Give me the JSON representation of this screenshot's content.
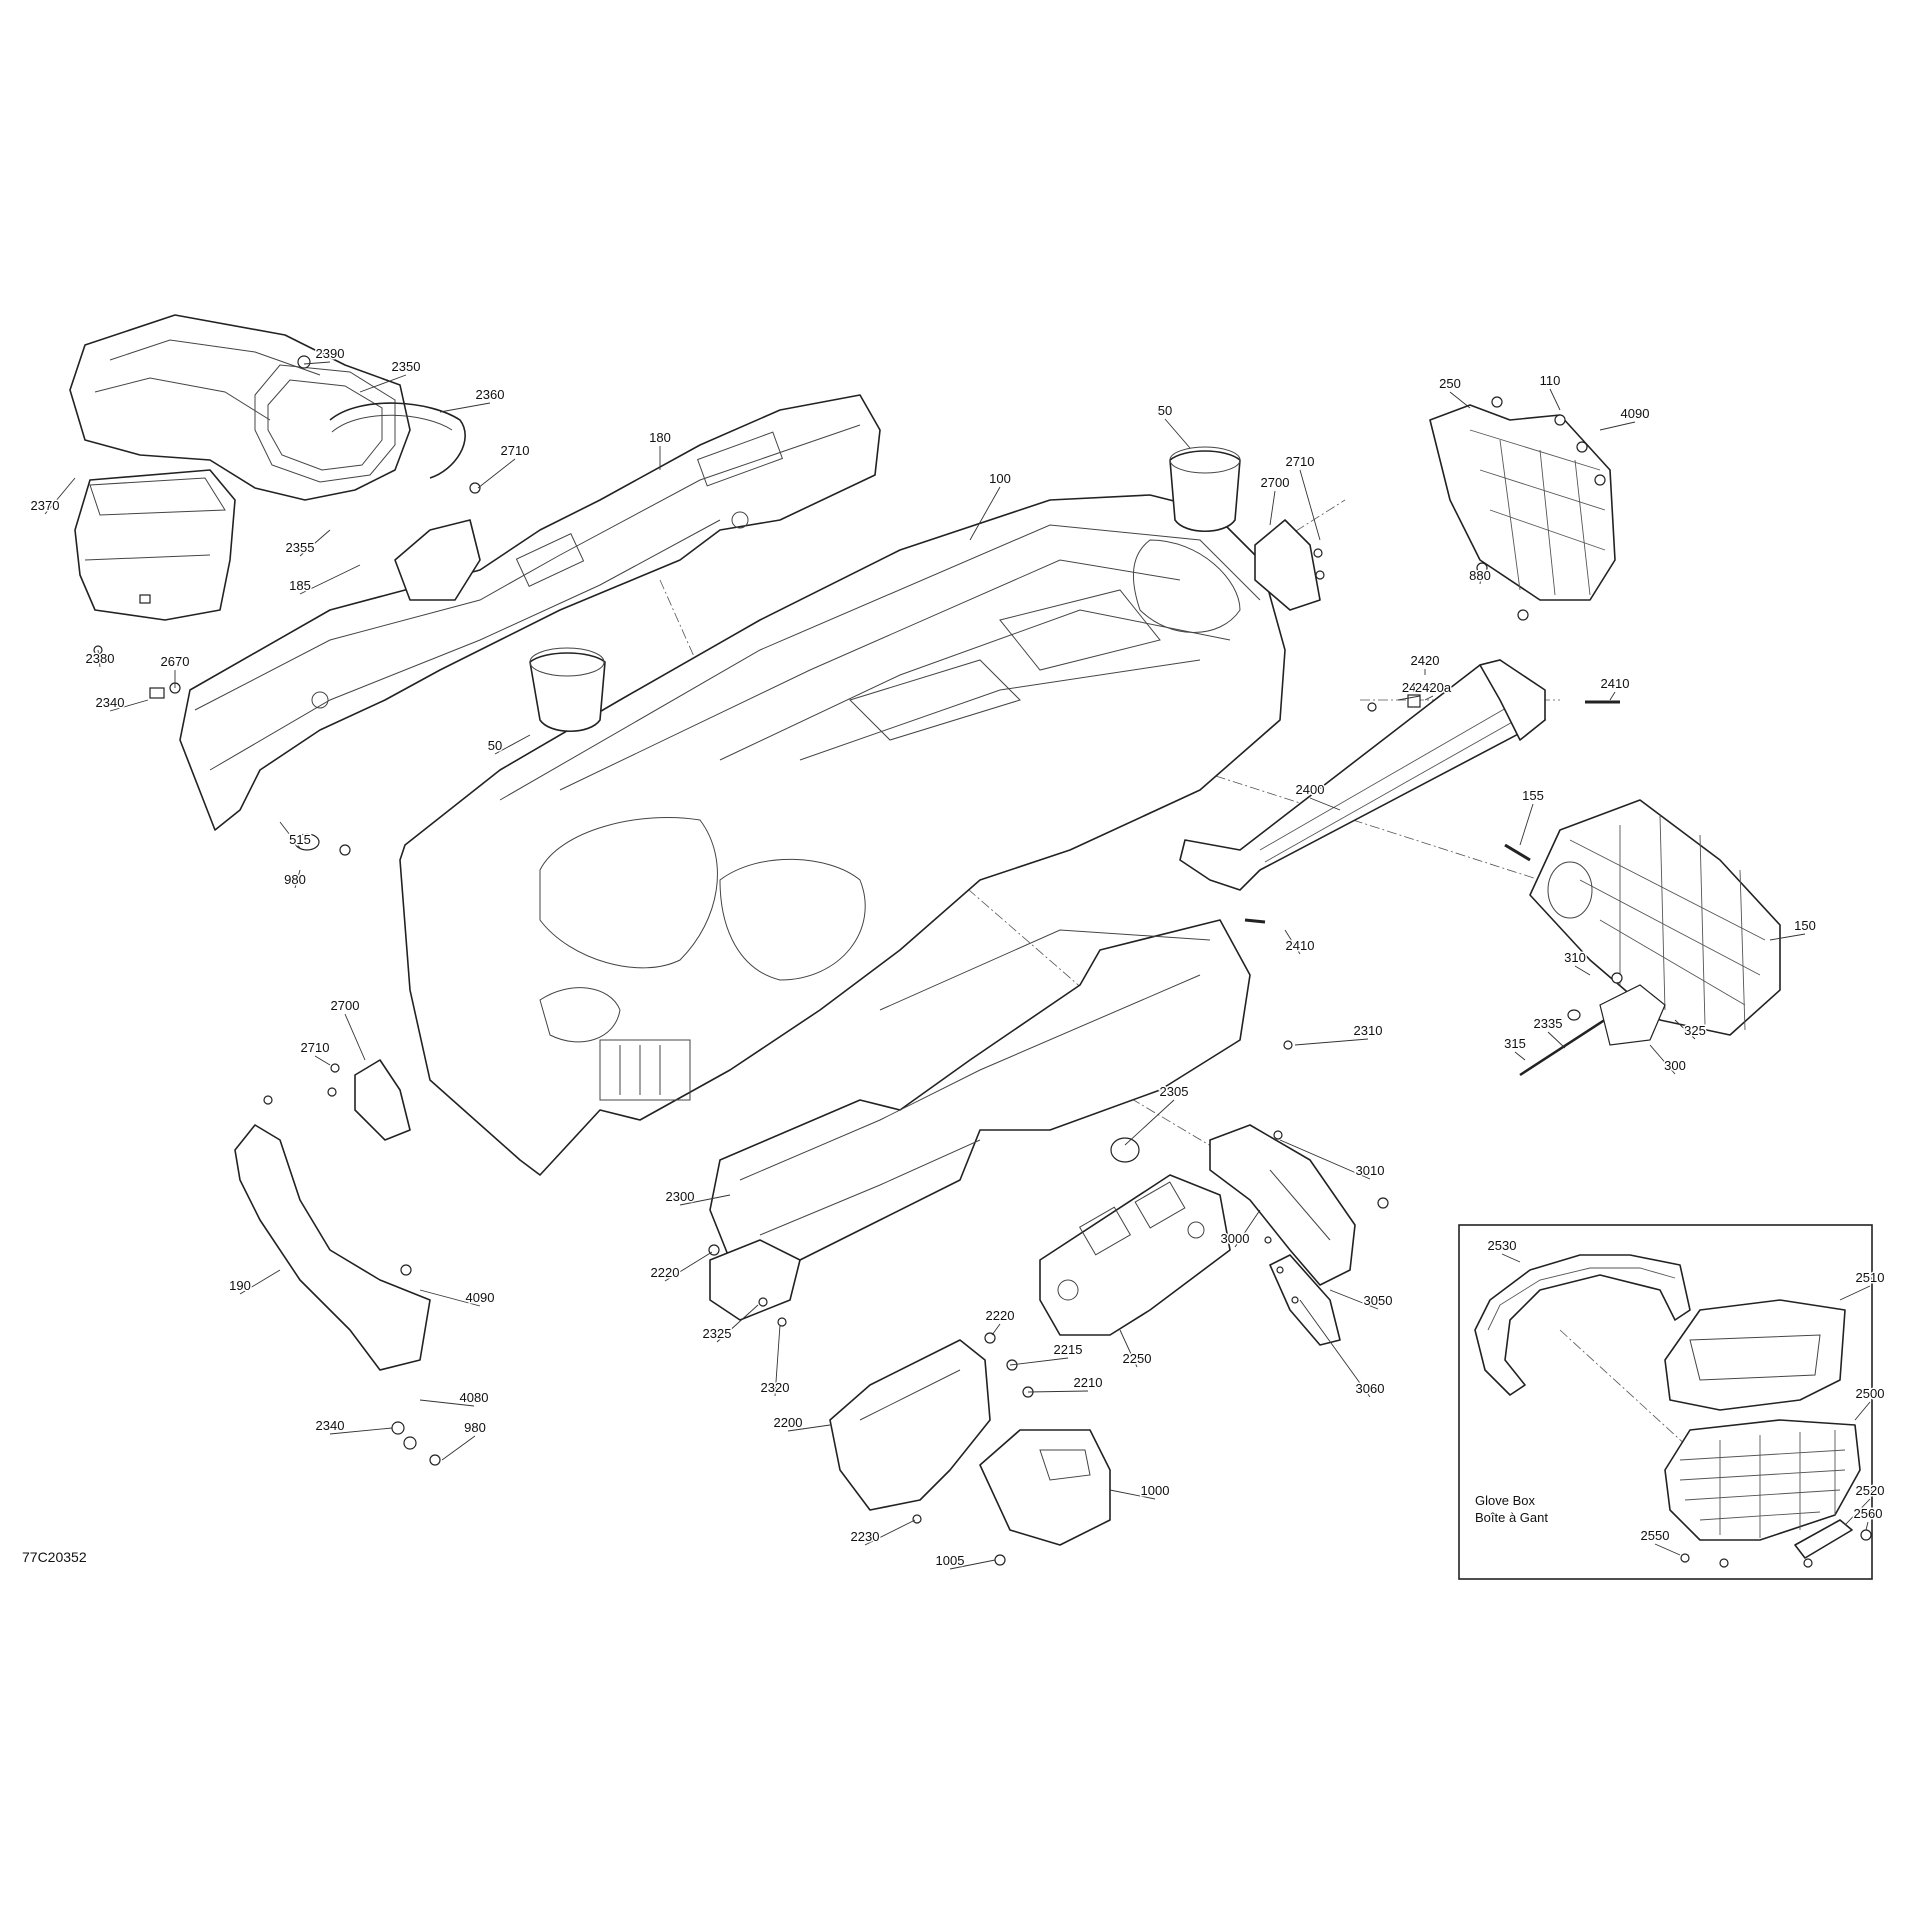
{
  "diagram": {
    "drawing_number": "77C20352",
    "inset_title_en": "Glove Box",
    "inset_title_fr": "Boîte à Gant",
    "callouts": [
      "2390",
      "2350",
      "2360",
      "2370",
      "2710",
      "180",
      "2355",
      "185",
      "2380",
      "2670",
      "2340",
      "515",
      "980",
      "50",
      "100",
      "50",
      "2710",
      "2700",
      "250",
      "110",
      "4090",
      "880",
      "2420",
      "2420b",
      "2420a",
      "2410",
      "2400",
      "155",
      "150",
      "2410",
      "310",
      "2335",
      "315",
      "325",
      "300",
      "2310",
      "2700",
      "2710",
      "2305",
      "3010",
      "2300",
      "190",
      "4090",
      "2220",
      "2325",
      "2320",
      "2220",
      "2215",
      "2210",
      "3000",
      "3050",
      "2250",
      "3060",
      "2200",
      "4080",
      "2340",
      "980",
      "1000",
      "2230",
      "1005",
      "2530",
      "2510",
      "2500",
      "2520",
      "2560",
      "2550"
    ]
  }
}
